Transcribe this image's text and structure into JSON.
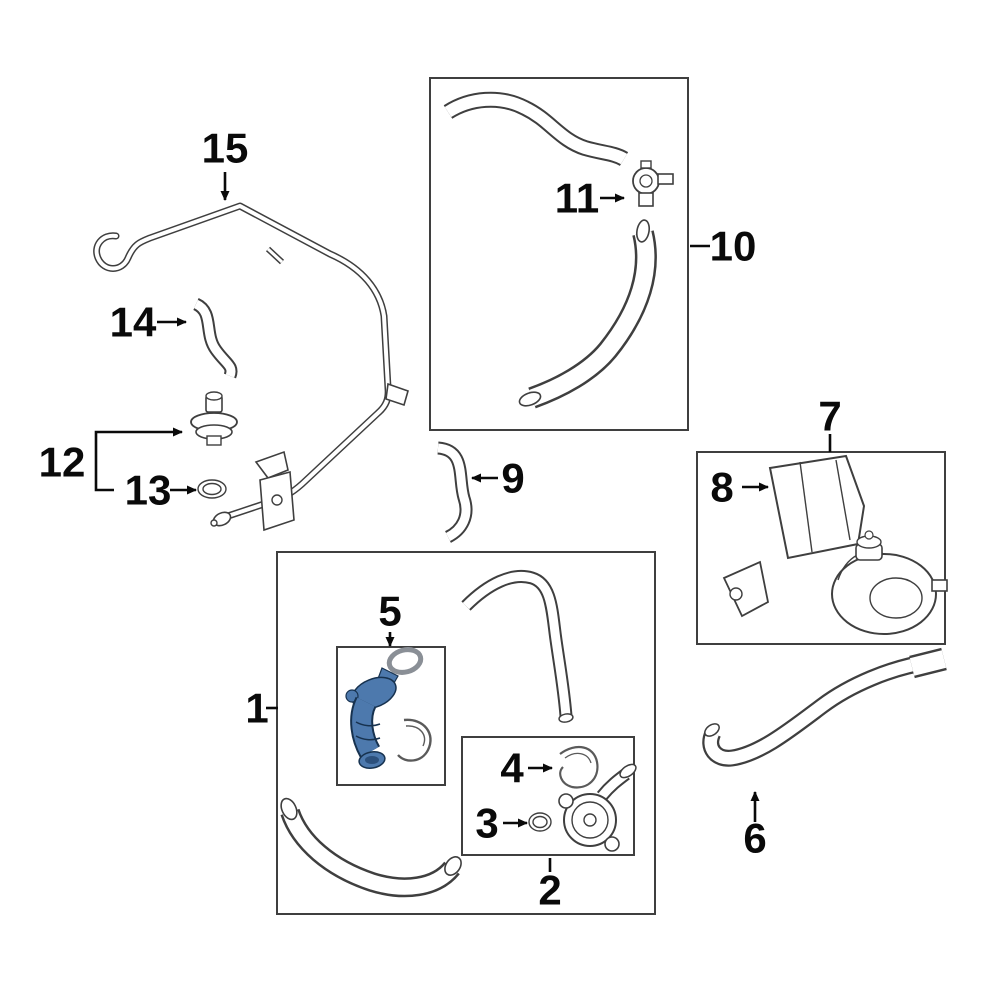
{
  "diagram": {
    "callouts": {
      "p1": "1",
      "p2": "2",
      "p3": "3",
      "p4": "4",
      "p5": "5",
      "p6": "6",
      "p7": "7",
      "p8": "8",
      "p9": "9",
      "p10": "10",
      "p11": "11",
      "p12": "12",
      "p13": "13",
      "p14": "14",
      "p15": "15"
    },
    "highlighted_callout": "5"
  },
  "colors": {
    "highlight": "#4d79ad",
    "highlight_dark": "#17324f",
    "line": "#3f3f3f",
    "label": "#0a0a0a",
    "background": "#ffffff"
  }
}
